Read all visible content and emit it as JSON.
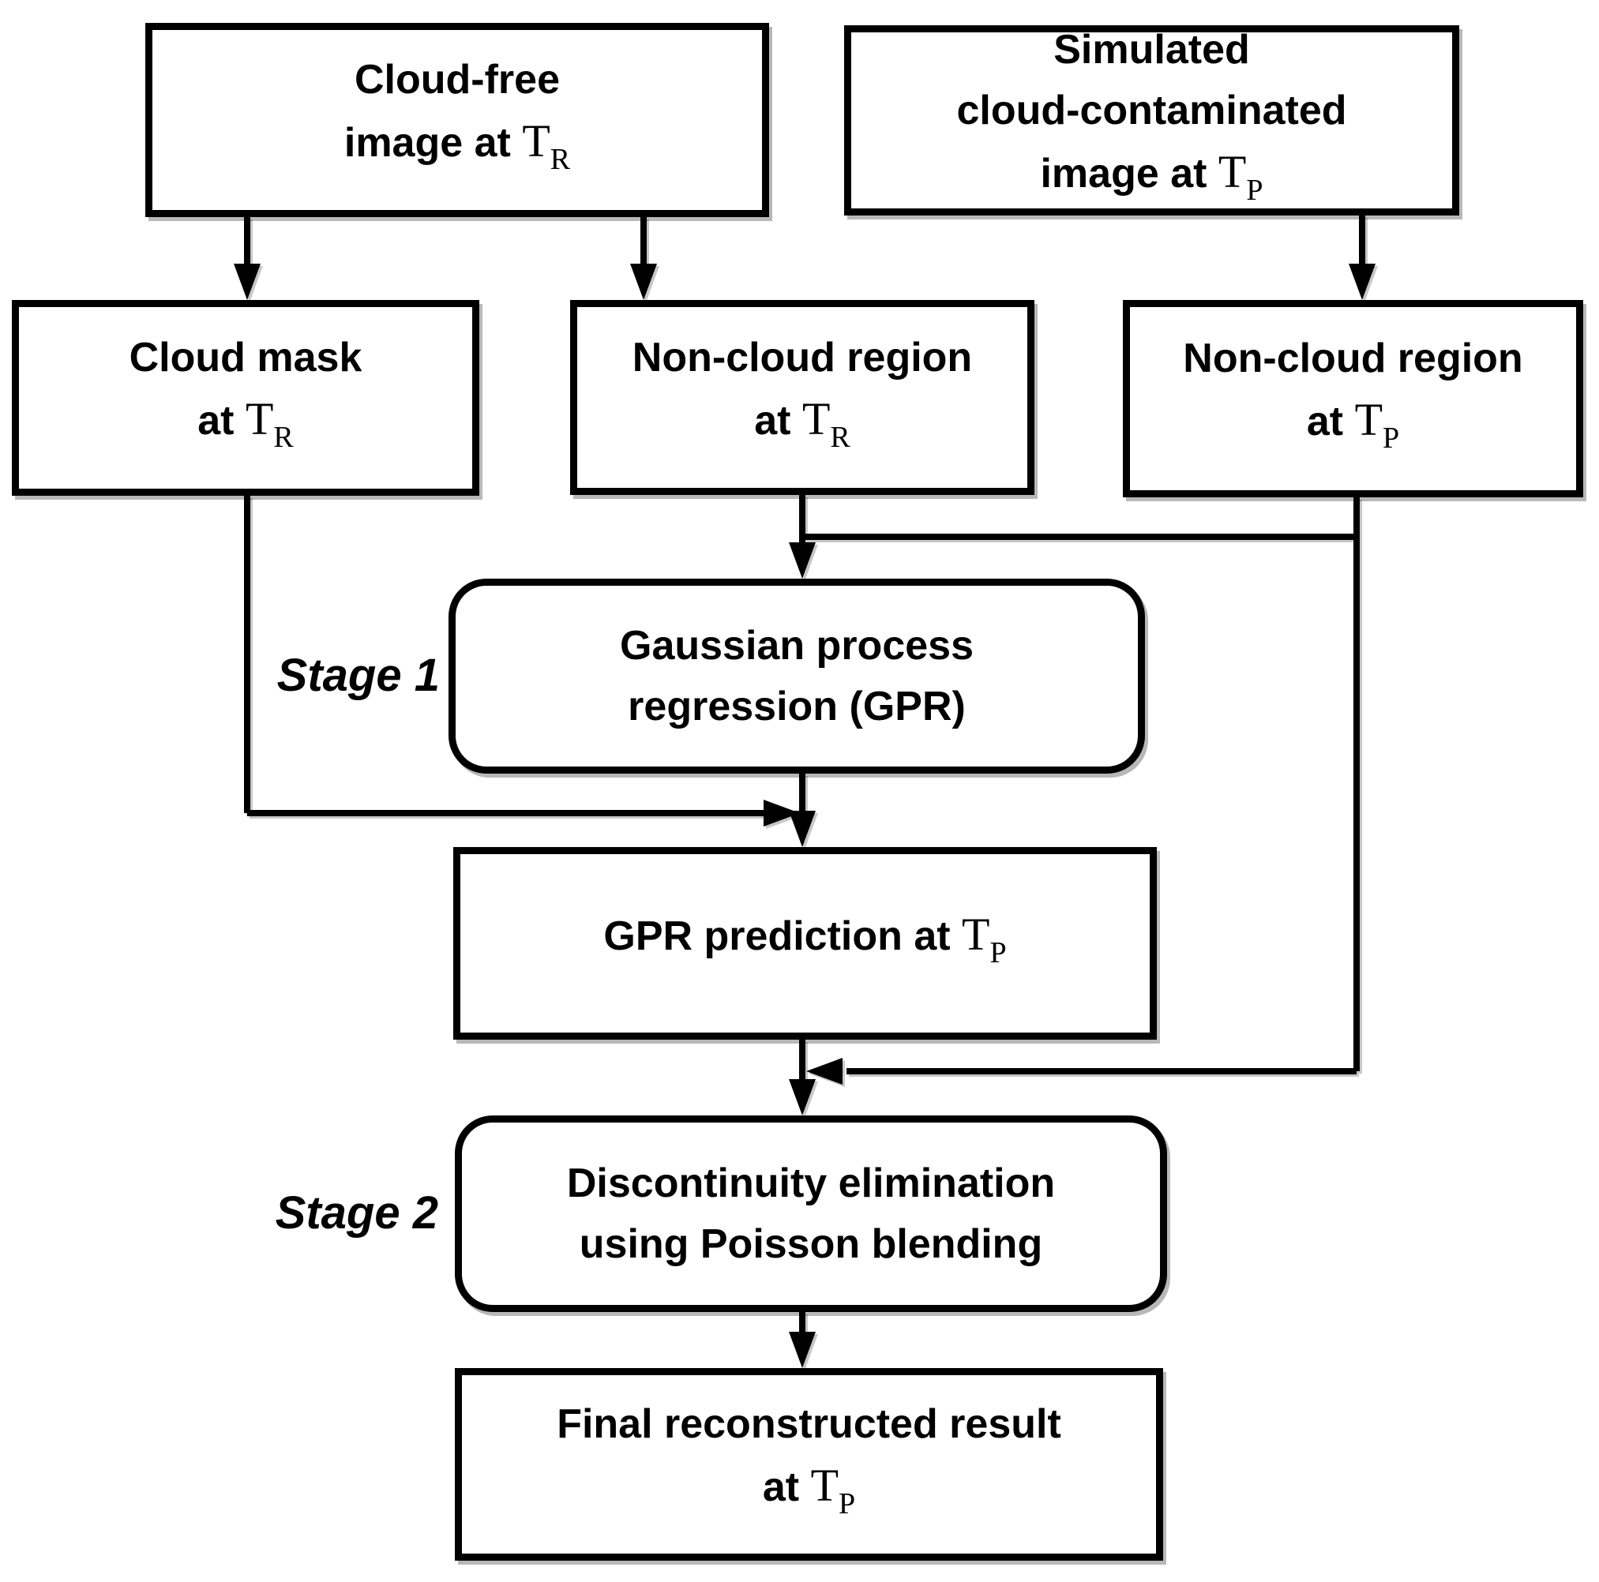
{
  "diagram": {
    "colors": {
      "line": "#000000",
      "text": "#000000",
      "background": "#ffffff"
    },
    "boxes": {
      "cloud_free": {
        "line1": "Cloud-free",
        "line2": "image at",
        "symbol": "T",
        "sub": "R"
      },
      "simulated": {
        "line1": "Simulated",
        "line2": "cloud-contaminated",
        "line3": "image at",
        "symbol": "T",
        "sub": "P"
      },
      "cloud_mask": {
        "line1": "Cloud mask",
        "line2": "at",
        "symbol": "T",
        "sub": "R"
      },
      "noncloud_tr": {
        "line1": "Non-cloud region",
        "line2": "at",
        "symbol": "T",
        "sub": "R"
      },
      "noncloud_tp": {
        "line1": "Non-cloud region",
        "line2": "at",
        "symbol": "T",
        "sub": "P"
      },
      "gpr": {
        "line1": "Gaussian process",
        "line2": "regression (GPR)"
      },
      "gpr_prediction": {
        "line1": "GPR prediction at",
        "symbol": "T",
        "sub": "P"
      },
      "discontinuity": {
        "line1": "Discontinuity elimination",
        "line2": "using Poisson blending"
      },
      "final_result": {
        "line1": "Final reconstructed result",
        "line2": "at",
        "symbol": "T",
        "sub": "P"
      }
    },
    "labels": {
      "stage1": "Stage 1",
      "stage2": "Stage 2"
    }
  }
}
